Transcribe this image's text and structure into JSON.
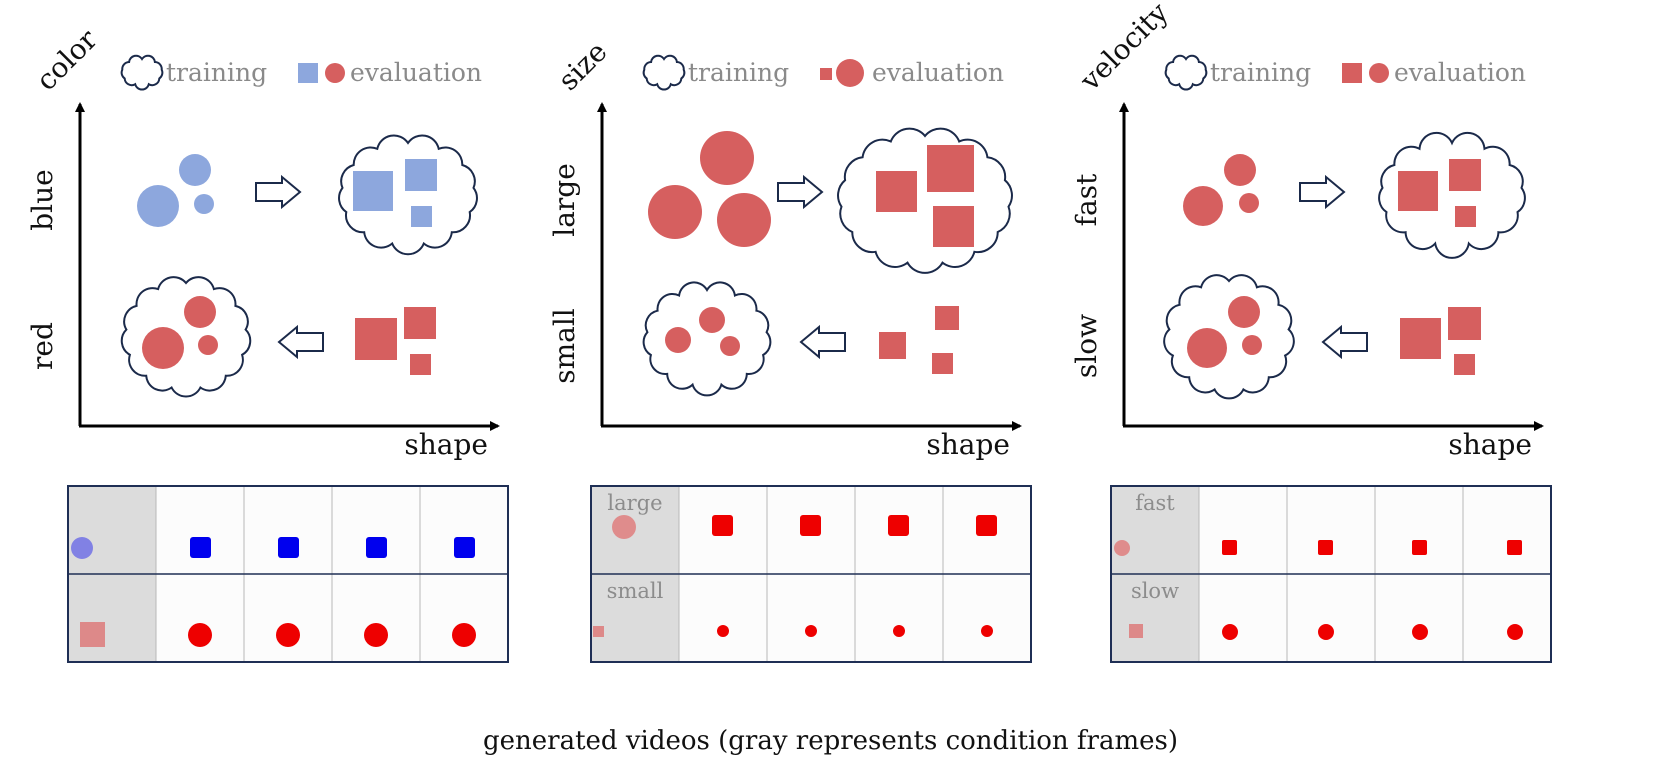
{
  "colors": {
    "blue_shape": "#8da7dd",
    "red_shape": "#d65f5f",
    "outline": "#1b2a4a",
    "axis": "#000000",
    "frame_blue": "#0000ee",
    "frame_red": "#ee0000",
    "condition_gray": "#dcdcdc"
  },
  "panels": [
    {
      "id": "color",
      "y_axis_label": "color",
      "x_axis_label": "shape",
      "legend_training": "training",
      "legend_evaluation": "evaluation",
      "legend_eval_icons": [
        "square-blue-icon",
        "circle-red-icon"
      ],
      "upper_row_label": "blue",
      "lower_row_label": "red",
      "video_row_labels": [
        "",
        ""
      ],
      "condition_frames": [
        "circle-blue-faded",
        "square-red-faded"
      ],
      "generated_frames": [
        "square-blue",
        "circle-red"
      ]
    },
    {
      "id": "size",
      "y_axis_label": "size",
      "x_axis_label": "shape",
      "legend_training": "training",
      "legend_evaluation": "evaluation",
      "legend_eval_icons": [
        "square-small-red-icon",
        "circle-large-red-icon"
      ],
      "upper_row_label": "large",
      "lower_row_label": "small",
      "video_row_labels": [
        "large",
        "small"
      ],
      "condition_frames": [
        "circle-large-red-faded",
        "square-small-red-faded"
      ],
      "generated_frames": [
        "square-large-red",
        "circle-small-red"
      ]
    },
    {
      "id": "velocity",
      "y_axis_label": "velocity",
      "x_axis_label": "shape",
      "legend_training": "training",
      "legend_evaluation": "evaluation",
      "legend_eval_icons": [
        "square-red-icon",
        "circle-red-icon"
      ],
      "upper_row_label": "fast",
      "lower_row_label": "slow",
      "video_row_labels": [
        "fast",
        "slow"
      ],
      "condition_frames": [
        "circle-red-faded",
        "square-red-faded"
      ],
      "generated_frames": [
        "square-red",
        "circle-red"
      ]
    }
  ],
  "caption": "generated videos (gray represents condition frames)"
}
